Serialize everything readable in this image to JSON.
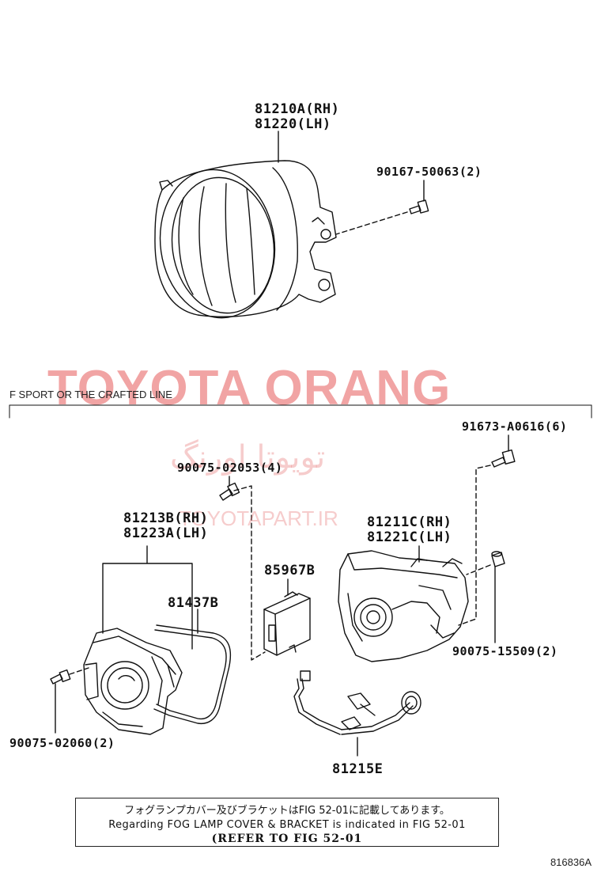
{
  "watermark": {
    "brand": "TOYOTA ORANG",
    "persian": "تویوتا اورنگ",
    "url": "TOYOTAPART.IR"
  },
  "section_label": "F SPORT  OR  THE CRAFTED LINE",
  "parts": {
    "fog_lamp_rh": "81210A(RH)",
    "fog_lamp_lh": "81220(LH)",
    "screw_top": "90167-50063(2)",
    "screw_right": "91673-A0616(6)",
    "screw_mid": "90075-02053(4)",
    "lamp_b_rh": "81213B(RH)",
    "lamp_b_lh": "81223A(LH)",
    "gasket": "81437B",
    "screw_left": "90075-02060(2)",
    "computer": "85967B",
    "lamp_c_rh": "81211C(RH)",
    "lamp_c_lh": "81221C(LH)",
    "cap": "90075-15509(2)",
    "wire": "81215E"
  },
  "note": {
    "line1": "フォグランプカバー及びブラケットはFIG 52-01に記載してあります。",
    "line2": "Regarding FOG LAMP COVER & BRACKET is indicated in FIG 52-01",
    "line3": "(REFER TO FIG 52-01"
  },
  "figure_code": "816836A"
}
